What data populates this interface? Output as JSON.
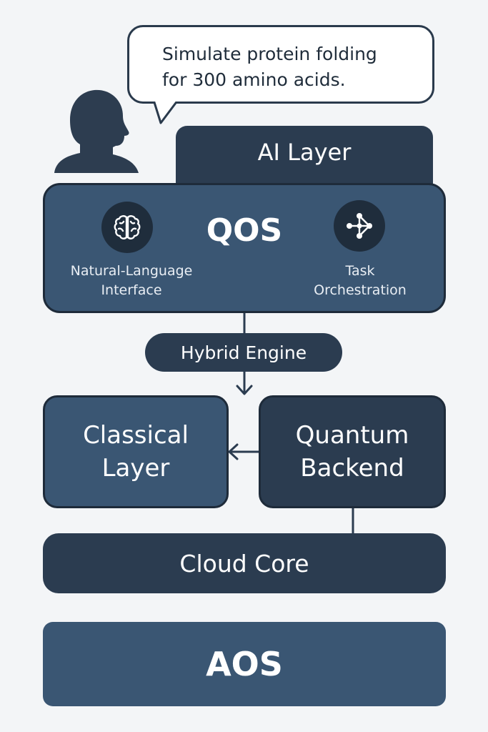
{
  "prompt": {
    "line1": "Simulate protein folding",
    "line2": "for 300 amino acids."
  },
  "ai_layer": {
    "label": "AI Layer"
  },
  "qos": {
    "title": "QOS",
    "left_caption": {
      "line1": "Natural-Language",
      "line2": "Interface"
    },
    "right_caption": {
      "line1": "Task",
      "line2": "Orchestration"
    },
    "left_icon": "brain-icon",
    "right_icon": "network-graph-icon"
  },
  "hybrid_engine": {
    "label": "Hybrid Engine"
  },
  "classical_layer": {
    "line1": "Classical",
    "line2": "Layer"
  },
  "quantum_backend": {
    "line1": "Quantum",
    "line2": "Backend"
  },
  "cloud_core": {
    "label": "Cloud Core"
  },
  "aos": {
    "label": "AOS"
  },
  "colors": {
    "background": "#f3f5f7",
    "dark_navy": "#2b3c50",
    "steel_blue": "#3a5673",
    "outline": "#1e2b3a"
  }
}
